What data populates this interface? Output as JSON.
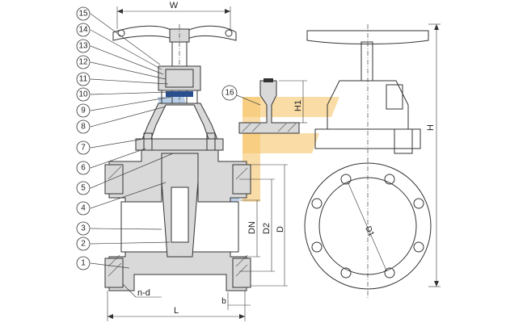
{
  "callouts": [
    "15",
    "14",
    "13",
    "12",
    "11",
    "10",
    "9",
    "8",
    "7",
    "6",
    "5",
    "4",
    "3",
    "2",
    "1"
  ],
  "detail_callout": "16",
  "dimensions": {
    "W": "W",
    "L": "L",
    "b": "b",
    "nd": "n-d",
    "H1": "H1",
    "H": "H",
    "DN": "DN",
    "D2": "D2",
    "D": "D",
    "D1": "D1"
  },
  "colors": {
    "line": "#333333",
    "body_fill": "#d9d9d9",
    "watermark_blue": "#7fa7d3",
    "watermark_orange": "#f6c76a"
  }
}
